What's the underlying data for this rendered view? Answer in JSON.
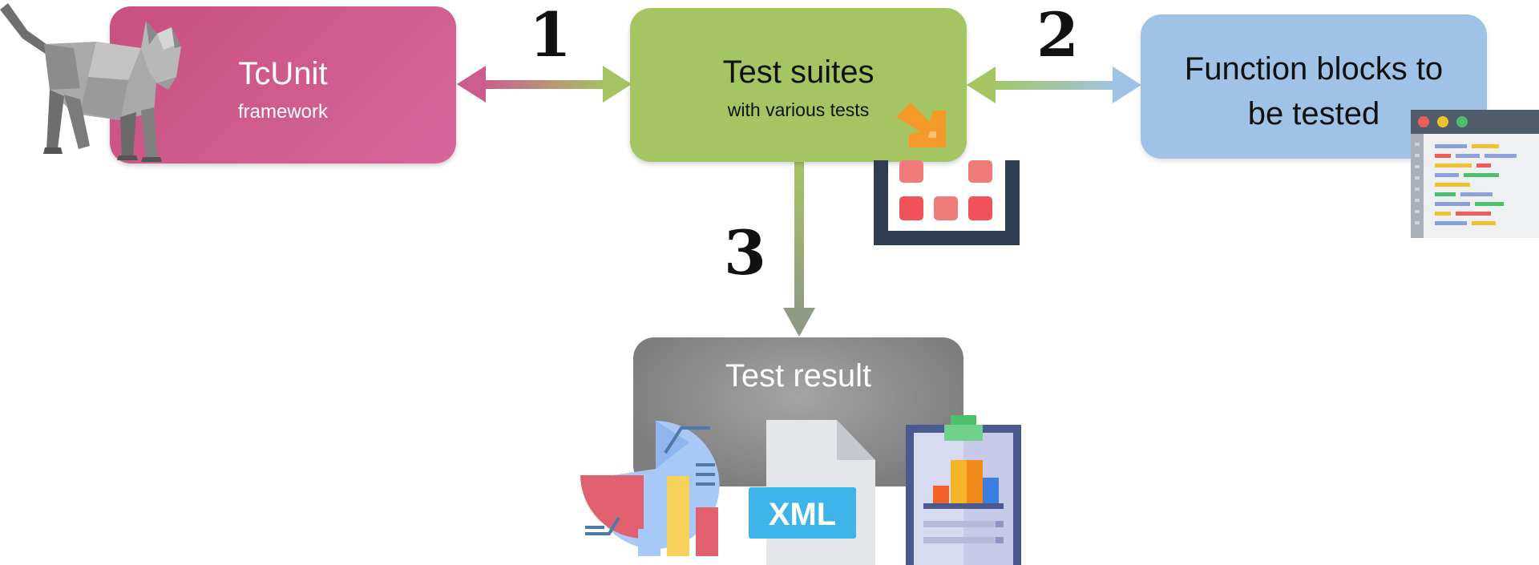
{
  "nodes": {
    "tcunit": {
      "title": "TcUnit",
      "subtitle": "framework",
      "color": "#cf5b8c"
    },
    "suites": {
      "title": "Test suites",
      "subtitle": "with various tests",
      "color": "#a5c562"
    },
    "fblocks": {
      "title_line1": "Function blocks to",
      "title_line2": "be tested",
      "color": "#9fc2e6"
    },
    "result": {
      "title": "Test result",
      "color": "#8c8c8c"
    }
  },
  "steps": {
    "one": "1",
    "two": "2",
    "three": "3"
  },
  "xml_badge": "XML",
  "icons": [
    "cat-icon",
    "test-suite-icon",
    "code-window-icon",
    "charts-icon",
    "xml-file-icon",
    "clipboard-chart-icon"
  ]
}
